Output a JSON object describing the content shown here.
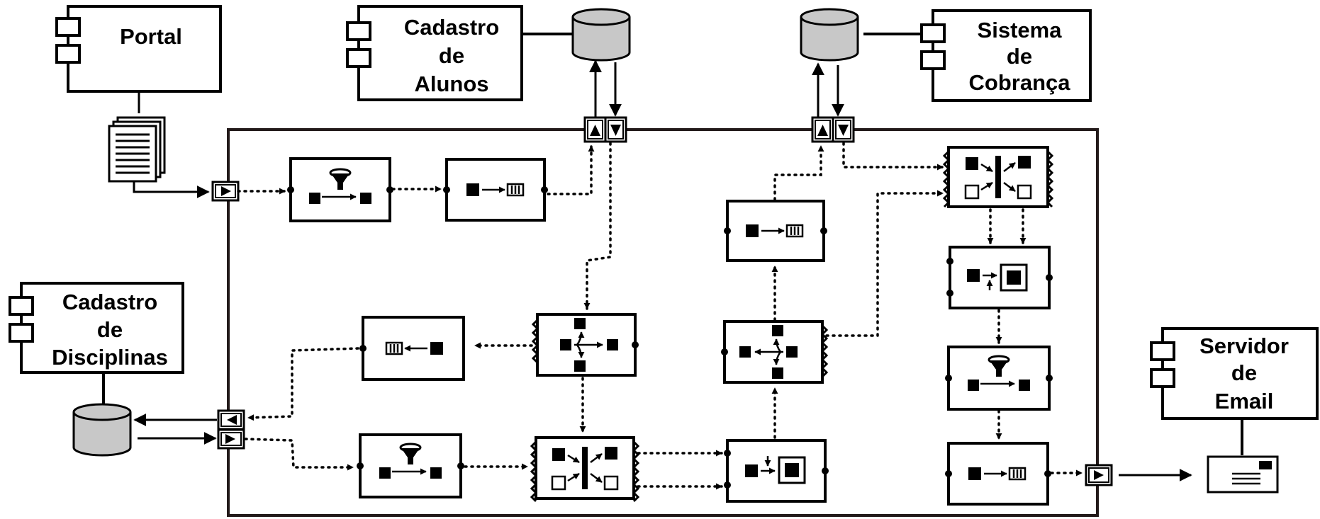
{
  "systems": {
    "portal": [
      "Portal"
    ],
    "cadastro_alunos": [
      "Cadastro",
      "de",
      "Alunos"
    ],
    "sistema_cobranca": [
      "Sistema",
      "de",
      "Cobrança"
    ],
    "cadastro_disciplinas": [
      "Cadastro",
      "de",
      "Disciplinas"
    ],
    "servidor_email": [
      "Servidor",
      "de",
      "Email"
    ]
  },
  "icons": {
    "component": "uml-component-icon",
    "database": "database-icon",
    "documents": "document-stack-icon",
    "envelope": "envelope-icon",
    "filter": "message-filter-icon",
    "translator": "message-translator-icon",
    "router": "content-based-router-icon",
    "aggregator": "aggregator-icon",
    "enricher": "content-enricher-icon",
    "channel_in": "channel-adapter-in-icon",
    "channel_out": "channel-adapter-out-icon",
    "channel_in_out": "channel-adapter-in-out-icon"
  },
  "colors": {
    "stroke": "#000000",
    "frame": "#231a1a",
    "database_fill": "#c8c8c8",
    "background": "#ffffff"
  }
}
